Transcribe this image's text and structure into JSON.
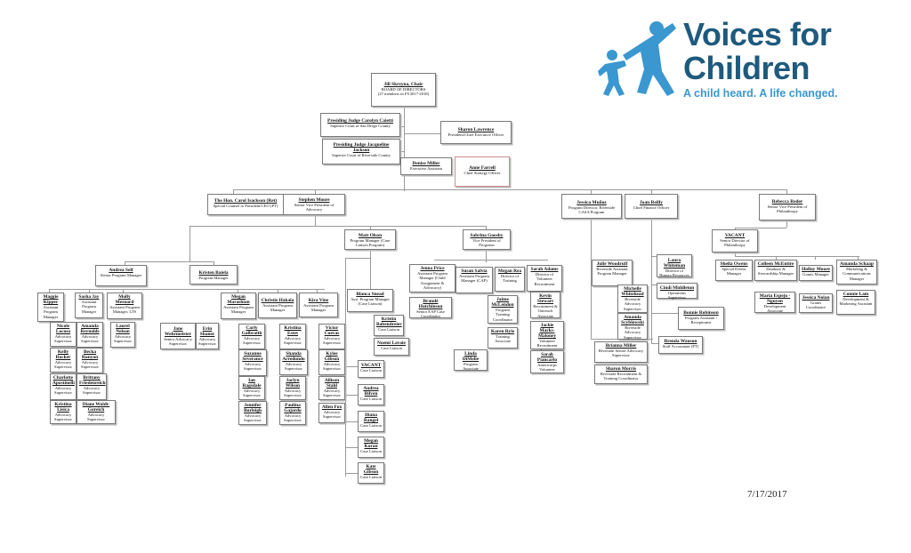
{
  "logo": {
    "line1": "Voices for",
    "line2": "Children",
    "tagline": "A child heard. A life changed."
  },
  "date": "7/17/2017",
  "boxes": {
    "jill": {
      "name": "Jill Skrzyna, Chair",
      "title": "BOARD OF DIRECTORS\n(27 members in FY2017-2018)"
    },
    "calotti": {
      "name": "Presiding Judge Carolyn Caietti",
      "title": "Superior Court of San Diego County"
    },
    "jackson": {
      "name": "Presiding Judge Jacqueline Jackson",
      "title": "Superior Court of Riverside County"
    },
    "lawrence": {
      "name": "Sharon Lawrence",
      "title": "President/Chief Executive Officer"
    },
    "miller": {
      "name": "Denise Miller",
      "title": "Executive Assistant"
    },
    "farrell": {
      "name": "Anne Farrell",
      "title": "Chief Strategy Officer"
    },
    "carol": {
      "name": "The Hon. Carol Isackson (Ret)",
      "title": "Special Counsel to President/CEO (PT)"
    },
    "moore": {
      "name": "Stephen Moore",
      "title": "Senior Vice President of Advocacy"
    },
    "munoz": {
      "name": "Jessica Muñoz",
      "title": "Program Director, Riverside CASA Program"
    },
    "reilly": {
      "name": "Joan Reilly",
      "title": "Chief Finance Officer"
    },
    "reder": {
      "name": "Rebecca Reder",
      "title": "Senior Vice President of Philanthropy"
    },
    "olson": {
      "name": "Matt Olson",
      "title": "Program Manager (Case Liaison Program)"
    },
    "goosby": {
      "name": "Sabrina Goosby",
      "title": "Vice President of Programs"
    },
    "self": {
      "name": "Andrea Self",
      "title": "Senior Program Manager"
    },
    "baiela": {
      "name": "Kristen Baiela",
      "title": "Program Manager"
    },
    "kipper": {
      "name": "Maggie Kipper",
      "title": "Assistant Program Manager"
    },
    "jay": {
      "name": "Sasha Jay",
      "title": "Assistant Program Manager"
    },
    "mesnard": {
      "name": "Molly Mesnard",
      "title": "Assistant Program Manager, LTS"
    },
    "marashian": {
      "name": "Megan Marashian",
      "title": "Assistant Program Manager"
    },
    "hakala": {
      "name": "Christie Hakala",
      "title": "Assistant Program Manager"
    },
    "vine": {
      "name": "Kira Vine",
      "title": "Assistant Program Manager"
    },
    "wehrmeister": {
      "name": "Jane Wehrmeister",
      "title": "Senior Advocacy Supervisor"
    },
    "shaner": {
      "name": "Erin Shaner",
      "title": "Advocacy Supervisor"
    },
    "locoso": {
      "name": "Nicole Locoso",
      "title": "Advocacy Supervisor"
    },
    "reynolds": {
      "name": "Amanda Reynolds",
      "title": "Advocacy Supervisor"
    },
    "nelson": {
      "name": "Laurel Nelson",
      "title": "Advocacy Supervisor"
    },
    "rocker": {
      "name": "Kelly Rocker",
      "title": "Advocacy Supervisor"
    },
    "runyon": {
      "name": "Becka Runyon",
      "title": "Advocacy Supervisor"
    },
    "apostinelli": {
      "name": "Charlotte Apostinelli",
      "title": "Advocacy Supervisor"
    },
    "friedenreich": {
      "name": "Brittany Friedenreich",
      "title": "Advocacy Supervisor"
    },
    "lisica": {
      "name": "Kristina Lisica",
      "title": "Advocacy Supervisor"
    },
    "woldt": {
      "name": "Diane Woldt-Goreich",
      "title": "Advocacy Supervisor"
    },
    "galbraith": {
      "name": "Carly Galbraith",
      "title": "Advocacy Supervisor"
    },
    "severance": {
      "name": "Suzanne Severance",
      "title": "Advocacy Supervisor"
    },
    "ragsdale": {
      "name": "Ian Ragsdale",
      "title": "Advocacy Supervisor"
    },
    "burleigh": {
      "name": "Jennifer Burleigh",
      "title": "Advocacy Supervisor"
    },
    "estes": {
      "name": "Kristina Estes",
      "title": "Advocacy Supervisor"
    },
    "arredondo": {
      "name": "Shanda Arredondo",
      "title": "Advocacy Supervisor"
    },
    "wilson": {
      "name": "Jaclyn Wilson",
      "title": "Advocacy Supervisor"
    },
    "gajardo": {
      "name": "Paulina Gajardo",
      "title": "Advocacy Supervisor"
    },
    "cuevas": {
      "name": "Victor Cuevas",
      "title": "Advocacy Supervisor"
    },
    "gibson_k": {
      "name": "Kylee Gibson",
      "title": "Advocacy Supervisor"
    },
    "stahl": {
      "name": "Allison Stahl",
      "title": "Advocacy Supervisor"
    },
    "fox": {
      "name": "Allen Fox",
      "title": "Advocacy Supervisor"
    },
    "snead": {
      "name": "Blanca Snead",
      "title": "Asst. Program Manager (Case Liaison)"
    },
    "babendreier": {
      "name": "Kristin Babendreier",
      "title": "Case Liaison"
    },
    "lavoie": {
      "name": "Noemi Lavoie",
      "title": "Case Liaison"
    },
    "vacant_cl": {
      "name": "VACANT",
      "title": "Case Liaison"
    },
    "bilven": {
      "name": "Andrea Bilven",
      "title": "Case Liaison"
    },
    "rangel": {
      "name": "Diana Rangel",
      "title": "Case Liaison"
    },
    "koran": {
      "name": "Megan Koran",
      "title": "Case Liaison"
    },
    "gibson_ka": {
      "name": "Kate Gibson",
      "title": "Case Liaison"
    },
    "price": {
      "name": "Jenna Price",
      "title": "Assistant Program Manager (Child Assignment & Advocacy)"
    },
    "hutchinson": {
      "name": "Brandé Hutchinson",
      "title": "Senior EAP Case Coordinator"
    },
    "salvia": {
      "name": "Susan Salvia",
      "title": "Assistant Program Manager (CAP)"
    },
    "rea": {
      "name": "Megan Rea",
      "title": "Director of Training"
    },
    "adams": {
      "name": "Sarah Adams",
      "title": "Director of Volunteer Recruitment"
    },
    "mclendon": {
      "name": "Jaime McLendon",
      "title": "Program Training Coordinator"
    },
    "stewart": {
      "name": "Kevin Stewart",
      "title": "Recruitment & Outreach Associate"
    },
    "ryle": {
      "name": "Karen Ryle",
      "title": "Training Associate"
    },
    "maloney": {
      "name": "Jackie Marks-Maloney",
      "title": "Volunteer Recruitment Assistant"
    },
    "dimelie": {
      "name": "Linda DiMelie",
      "title": "Program Associate"
    },
    "piancarlo": {
      "name": "Sarah Piancarlo",
      "title": "Americorps Volunteer"
    },
    "woodruff": {
      "name": "Julie Woodruff",
      "title": "Riverside Assistant Program Manager"
    },
    "whitehead": {
      "name": "Michelle Whitehead",
      "title": "Riverside Advocacy Supervisor"
    },
    "scyblowski": {
      "name": "Amanda Scyblowski",
      "title": "Riverside Advocacy Supervisor"
    },
    "bmiller": {
      "name": "Brianna Miller",
      "title": "Riverside Senior Advocacy Supervisor"
    },
    "morris": {
      "name": "Sharon Morris",
      "title": "Riverside Recruitment & Training Coordinator"
    },
    "whiteman": {
      "name": "Laura Whiteman",
      "title": "Director of Human Resources"
    },
    "middleton": {
      "name": "Cindi Middleton",
      "title": "Operations Supervisor"
    },
    "robinson": {
      "name": "Bonnie Robinson",
      "title": "Program Assistant / Receptionist"
    },
    "wauson": {
      "name": "Brenda Wauson",
      "title": "Staff Accountant (PT)"
    },
    "vacant_ph": {
      "name": "VACANT",
      "title": "Senior Director of Philanthropy"
    },
    "owens": {
      "name": "Sheila Owens",
      "title": "Special Events Manager"
    },
    "mcentire": {
      "name": "Colleen McEntire",
      "title": "Database & Stewardship Manager"
    },
    "hmoore": {
      "name": "Hollay Moore",
      "title": "Grants Manager"
    },
    "schaap": {
      "name": "Amanda Schaap",
      "title": "Marketing & Communications Manager"
    },
    "espejo": {
      "name": "Maria Espejo -Nguyen",
      "title": "Development Associate"
    },
    "nolan": {
      "name": "Jessica Nolan",
      "title": "Grants Coordinator"
    },
    "lam": {
      "name": "Connie Lam",
      "title": "Development & Marketing Assistant"
    }
  }
}
